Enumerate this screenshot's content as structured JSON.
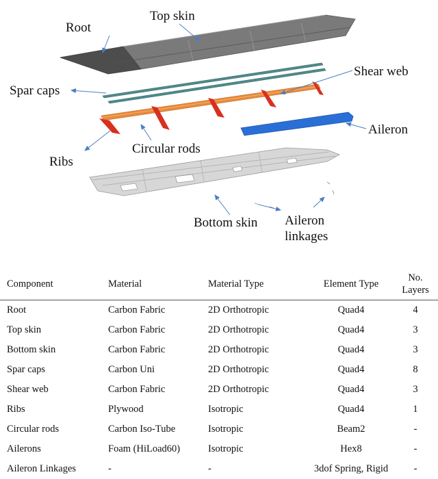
{
  "figure": {
    "labels": {
      "root": "Root",
      "top_skin": "Top skin",
      "shear_web": "Shear web",
      "spar_caps": "Spar caps",
      "aileron": "Aileron",
      "circular_rods": "Circular rods",
      "ribs": "Ribs",
      "bottom_skin": "Bottom skin",
      "aileron_linkages": [
        "Aileron",
        "linkages"
      ]
    },
    "colors": {
      "top_skin": "#6f6f6f",
      "root_panel": "#4d4d4d",
      "spar_caps": "#4f8a8b",
      "shear_web": "#e88a3c",
      "ribs": "#d8301f",
      "aileron": "#2a6fd6",
      "bottom_skin": "#d4d4d4",
      "leader_lines": "#4a7fc1"
    }
  },
  "table": {
    "headers": {
      "component": "Component",
      "material": "Material",
      "material_type": "Material Type",
      "element_type": "Element Type",
      "no_layers": [
        "No.",
        "Layers"
      ]
    },
    "rows": [
      {
        "component": "Root",
        "material": "Carbon Fabric",
        "material_type": "2D Orthotropic",
        "element_type": "Quad4",
        "layers": "4"
      },
      {
        "component": "Top skin",
        "material": "Carbon Fabric",
        "material_type": "2D Orthotropic",
        "element_type": "Quad4",
        "layers": "3"
      },
      {
        "component": "Bottom skin",
        "material": "Carbon Fabric",
        "material_type": "2D Orthotropic",
        "element_type": "Quad4",
        "layers": "3"
      },
      {
        "component": "Spar caps",
        "material": "Carbon Uni",
        "material_type": "2D Orthotropic",
        "element_type": "Quad4",
        "layers": "8"
      },
      {
        "component": "Shear web",
        "material": "Carbon Fabric",
        "material_type": "2D Orthotropic",
        "element_type": "Quad4",
        "layers": "3"
      },
      {
        "component": "Ribs",
        "material": "Plywood",
        "material_type": "Isotropic",
        "element_type": "Quad4",
        "layers": "1"
      },
      {
        "component": "Circular rods",
        "material": "Carbon Iso-Tube",
        "material_type": "Isotropic",
        "element_type": "Beam2",
        "layers": "-"
      },
      {
        "component": "Ailerons",
        "material": "Foam (HiLoad60)",
        "material_type": "Isotropic",
        "element_type": "Hex8",
        "layers": "-"
      },
      {
        "component": "Aileron Linkages",
        "material": "-",
        "material_type": "-",
        "element_type": "3dof Spring, Rigid",
        "layers": "-"
      }
    ]
  }
}
